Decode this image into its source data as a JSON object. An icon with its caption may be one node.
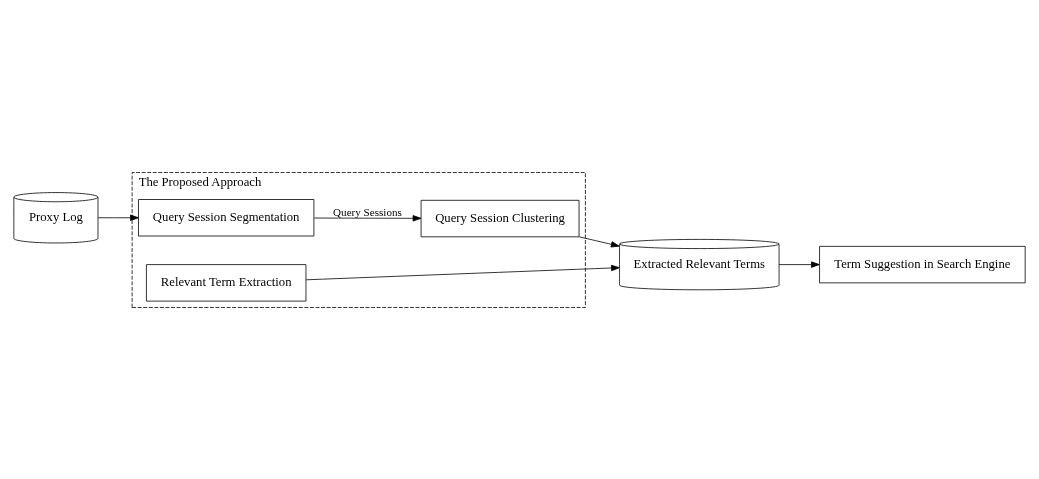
{
  "diagram": {
    "nodes": [
      {
        "text": [
          "The Proposed Approach"
        ]
      },
      {
        "text": [
          "Proxy Log"
        ]
      },
      {
        "text": [
          "Query Session Segmentation"
        ],
        "in": 0
      },
      {
        "text": [
          "Query Session Clustering"
        ],
        "in": 0
      },
      {
        "text": [
          "Relevant Term Extraction"
        ],
        "in": 0
      },
      {
        "text": [
          "Extracted Relevant Terms"
        ]
      },
      {
        "text": [
          "Term Suggestion in Search Engine"
        ]
      }
    ],
    "edges": [
      {
        "from": 1,
        "to": 2,
        "arrow": "to"
      },
      {
        "from": 2,
        "to": 3,
        "arrow": "to",
        "label": "Query Sessions"
      },
      {
        "from": 3,
        "to": 5,
        "arrow": "to"
      },
      {
        "from": 4,
        "to": 5,
        "arrow": "to"
      },
      {
        "from": 5,
        "to": 6,
        "arrow": "to"
      }
    ]
  }
}
